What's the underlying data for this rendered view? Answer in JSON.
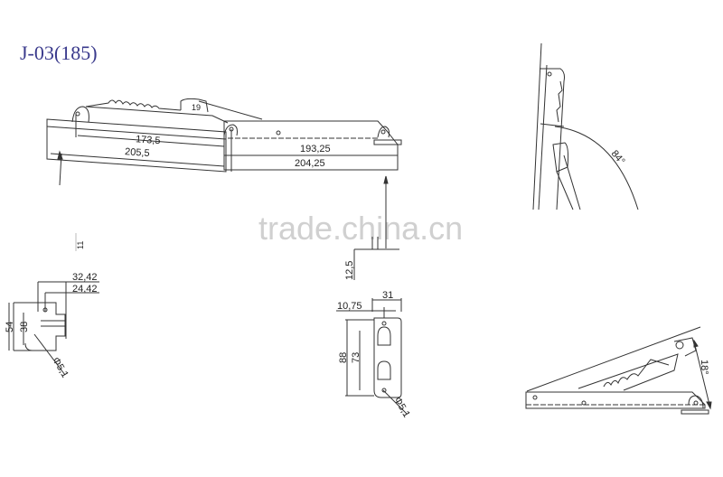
{
  "title": "J-03(185)",
  "watermark": "trade.china.cn",
  "colors": {
    "title": "#3a3a8c",
    "line": "#333333",
    "watermark": "#c8c8c8",
    "background": "#ffffff"
  },
  "views": {
    "top_assembly": {
      "dims": {
        "inner_left": "173,5",
        "outer_left": "205,5",
        "inner_right": "193,25",
        "outer_right": "204,25",
        "tag": "19"
      }
    },
    "side_detail": {
      "dims": {
        "height": "12,5",
        "partial_left": "11"
      }
    },
    "left_bracket": {
      "dims": {
        "width_outer": "32,42",
        "width_inner": "24,42",
        "height_outer": "54",
        "height_inner": "38",
        "hole": "Φ5,1"
      }
    },
    "center_bracket": {
      "dims": {
        "width": "31",
        "offset": "10,75",
        "height_outer": "88",
        "height_inner": "73",
        "hole": "Φ5,1"
      }
    },
    "upright_view": {
      "dims": {
        "angle": "84°"
      }
    },
    "folded_view": {
      "dims": {
        "angle": "18°"
      }
    }
  }
}
